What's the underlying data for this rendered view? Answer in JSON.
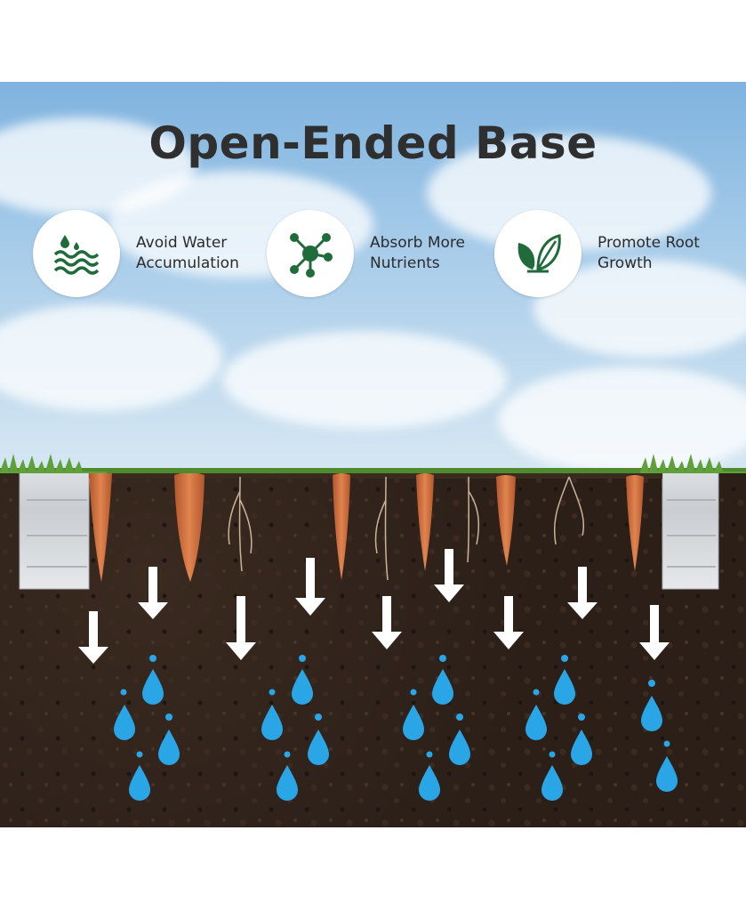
{
  "title": "Open-Ended Base",
  "features": [
    {
      "icon": "water-wave-icon",
      "label_line1": "Avoid Water",
      "label_line2": "Accumulation"
    },
    {
      "icon": "molecule-icon",
      "label_line1": "Absorb More",
      "label_line2": "Nutrients"
    },
    {
      "icon": "leaf-icon",
      "label_line1": "Promote Root",
      "label_line2": "Growth"
    }
  ],
  "colors": {
    "icon_green": "#1f6b3a",
    "water_blue": "#2aa6e6",
    "soil": "#2b1f18",
    "carrot": "#c96a3e"
  }
}
